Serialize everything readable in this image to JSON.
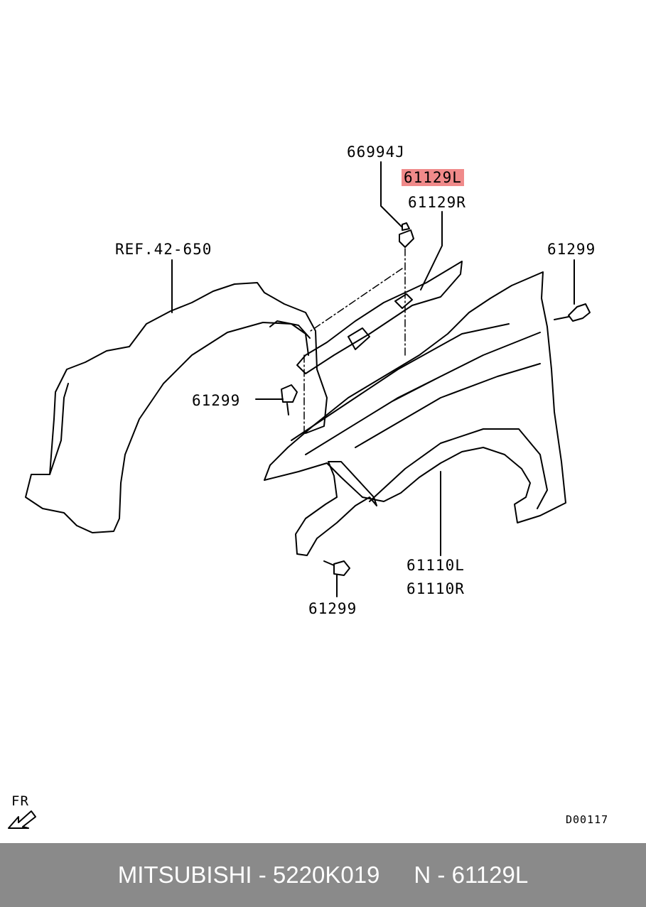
{
  "labels": {
    "clip": "66994J",
    "seal_left": "61129L",
    "seal_right": "61129R",
    "ref": "REF.42-650",
    "bolt_top_right": "61299",
    "bolt_middle": "61299",
    "fender_left": "61110L",
    "fender_right": "61110R",
    "bolt_bottom": "61299",
    "direction": "FR",
    "diagram_code": "D00117"
  },
  "highlight_color": "#f08a8a",
  "footer": {
    "brand_part": "MITSUBISHI - 5220K019",
    "ref_part": "N - 61129L"
  }
}
